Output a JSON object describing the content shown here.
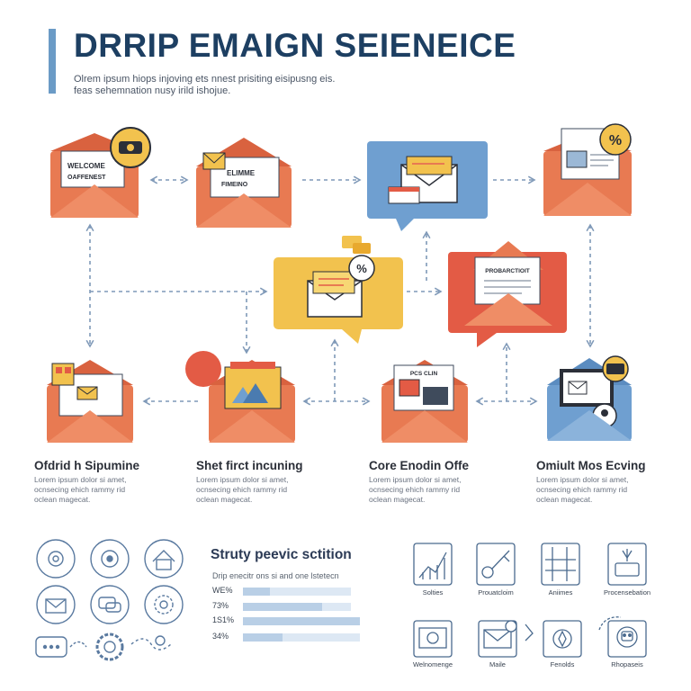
{
  "header": {
    "title": "DRRIP EMAIGN SEIENEICE",
    "subtitle_line1": "Olrem ipsum hiops injoving ets nnest prisiting eisipusng eis.",
    "subtitle_line2": "feas sehemnation nusy irild ishojue."
  },
  "envelopes": {
    "top1_text": [
      "WELCOME",
      "OAFFENEST"
    ],
    "top2_text": [
      "ELIMME",
      "FIMEINO"
    ],
    "mid_right_text": "PROBARCTIOIT",
    "bottom3_text": "PCS CLIN"
  },
  "cards": [
    {
      "title": "Ofdrid h Sipumine",
      "text": [
        "Lorem ipsum dolor si amet,",
        "ocnsecing ehich rammy rid",
        "oclean magecat."
      ]
    },
    {
      "title": "Shet firct incuning",
      "text": [
        "Lorem ipsum dolor si amet,",
        "ocnsecing ehich rammy rid",
        "oclean magecat."
      ]
    },
    {
      "title": "Core Enodin Offe",
      "text": [
        "Lorem ipsum dolor si amet,",
        "ocnsecing ehich rammy rid",
        "oclean magecat."
      ]
    },
    {
      "title": "Omiult Mos Ecving",
      "text": [
        "Lorem ipsum dolor si amet,",
        "ocnsecing ehich rammy rid",
        "oclean magecat."
      ]
    }
  ],
  "stats_section": {
    "title": "Struty peevic sctition",
    "subtitle": "Drip enecitr ons si and one lstetecn",
    "rows": [
      {
        "label": "WE%",
        "value": 0.25
      },
      {
        "label": "73%",
        "value": 0.73
      },
      {
        "label": "1S1%",
        "value": 1.0
      },
      {
        "label": "34%",
        "value": 0.34
      }
    ]
  },
  "right_icons": [
    {
      "label": "Solties",
      "icon": "chart-icon"
    },
    {
      "label": "Prouatcloim",
      "icon": "key-icon"
    },
    {
      "label": "Aniimes",
      "icon": "grid-icon"
    },
    {
      "label": "Procensebation",
      "icon": "download-icon"
    },
    {
      "label": "Welnomenge",
      "icon": "video-icon"
    },
    {
      "label": "Maile",
      "icon": "mail-icon"
    },
    {
      "label": "Fenolds",
      "icon": "compass-icon"
    },
    {
      "label": "Rhopaseis",
      "icon": "robot-icon"
    }
  ],
  "colors": {
    "orange": "#e87a52",
    "orange_dark": "#d65f3a",
    "red": "#e35b45",
    "blue": "#6f9fd0",
    "yellow": "#f2c24e",
    "title": "#1d3f62",
    "connector": "#7f99b8"
  }
}
